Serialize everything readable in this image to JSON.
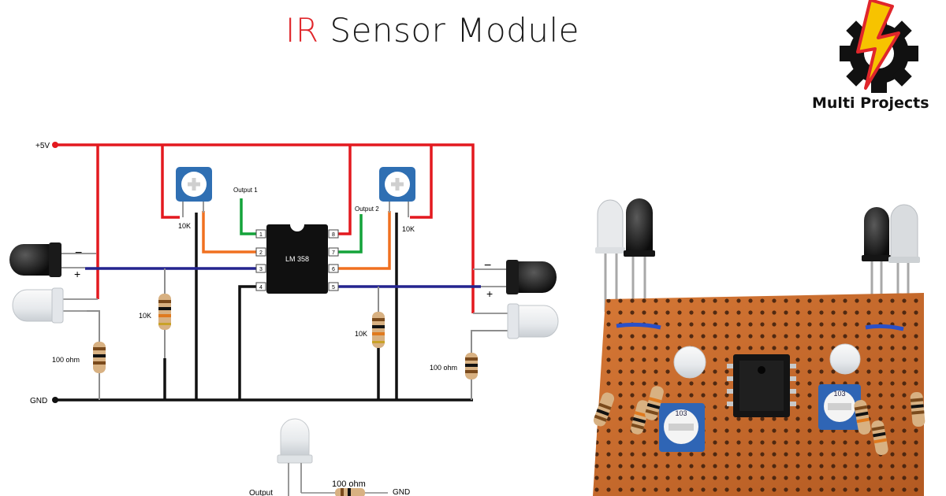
{
  "header": {
    "title_accent": "IR",
    "title_rest": " Sensor Module"
  },
  "brand": {
    "name": "Multi Projects",
    "icon": "gear-lightning-logo"
  },
  "schematic": {
    "supply_label": "+5V",
    "ground_label": "GND",
    "ic_label": "LM 358",
    "ic_pins_left": [
      "1",
      "2",
      "3",
      "4"
    ],
    "ic_pins_right": [
      "8",
      "7",
      "6",
      "5"
    ],
    "output1_label": "Output 1",
    "output2_label": "Output 2",
    "pot_left_label": "10K",
    "pot_right_label": "10K",
    "resistor_left_label": "10K",
    "resistor_right_label": "10K",
    "led_res_left_label": "100 ohm",
    "led_res_right_label": "100 ohm",
    "minus_sign": "−",
    "plus_sign": "+",
    "bottom_output_label": "Output",
    "bottom_res_label": "100 ohm",
    "bottom_gnd_label": "GND"
  },
  "photo": {
    "pot_marking": "103"
  },
  "colors": {
    "supply_wire": "#e3191f",
    "signal_wire": "#24248f",
    "ground_wire": "#111111",
    "output_wire": "#14a33a",
    "pot_wire": "#f07020",
    "title_accent": "#e0262b",
    "board": "#c96a2d"
  }
}
